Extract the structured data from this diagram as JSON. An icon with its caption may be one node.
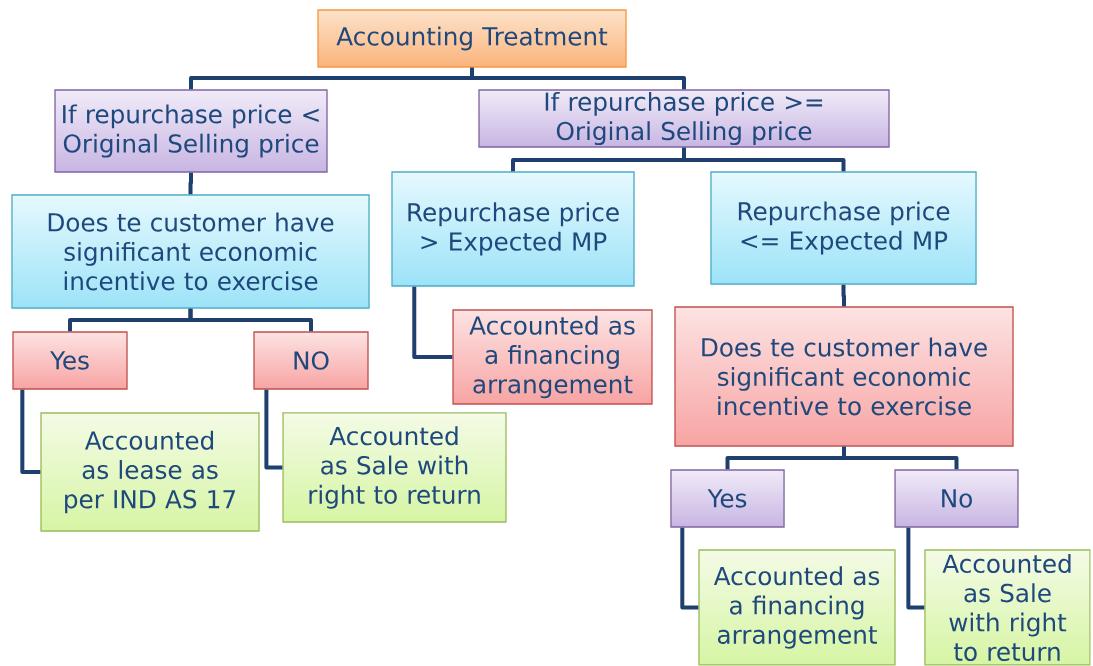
{
  "diagram": {
    "nodes": [
      {
        "text": [
          "Accounting Treatment"
        ]
      },
      {
        "text": [
          "If repurchase price < Original Selling price"
        ]
      },
      {
        "text": [
          "If repurchase price >= Original Selling price"
        ]
      },
      {
        "text": [
          "Does te customer have significant economic incentive to exercise"
        ]
      },
      {
        "text": [
          "Repurchase price > Expected MP"
        ]
      },
      {
        "text": [
          "Repurchase price <= Expected MP"
        ]
      },
      {
        "text": [
          "Yes"
        ]
      },
      {
        "text": [
          "NO"
        ]
      },
      {
        "text": [
          "Accounted as lease as per IND AS 17"
        ]
      },
      {
        "text": [
          "Accounted as Sale with right to return"
        ]
      },
      {
        "text": [
          "Accounted as a financing arrangement"
        ]
      },
      {
        "text": [
          "Does te customer have significant economic incentive to exercise"
        ]
      },
      {
        "text": [
          "Yes"
        ]
      },
      {
        "text": [
          "No"
        ]
      },
      {
        "text": [
          "Accounted as a financing arrangement"
        ]
      },
      {
        "text": [
          "Accounted as Sale with right to return"
        ]
      }
    ],
    "edges": [
      {
        "from": 0,
        "to": 1,
        "arrow": "none"
      },
      {
        "from": 0,
        "to": 2,
        "arrow": "none"
      },
      {
        "from": 1,
        "to": 3,
        "arrow": "none"
      },
      {
        "from": 2,
        "to": 4,
        "arrow": "none"
      },
      {
        "from": 2,
        "to": 5,
        "arrow": "none"
      },
      {
        "from": 3,
        "to": 6,
        "arrow": "none"
      },
      {
        "from": 3,
        "to": 7,
        "arrow": "none"
      },
      {
        "from": 6,
        "to": 8,
        "arrow": "none"
      },
      {
        "from": 7,
        "to": 9,
        "arrow": "none"
      },
      {
        "from": 4,
        "to": 10,
        "arrow": "none"
      },
      {
        "from": 5,
        "to": 11,
        "arrow": "none"
      },
      {
        "from": 11,
        "to": 12,
        "arrow": "none"
      },
      {
        "from": 11,
        "to": 13,
        "arrow": "none"
      },
      {
        "from": 12,
        "to": 14,
        "arrow": "none"
      },
      {
        "from": 13,
        "to": 15,
        "arrow": "none"
      }
    ]
  }
}
